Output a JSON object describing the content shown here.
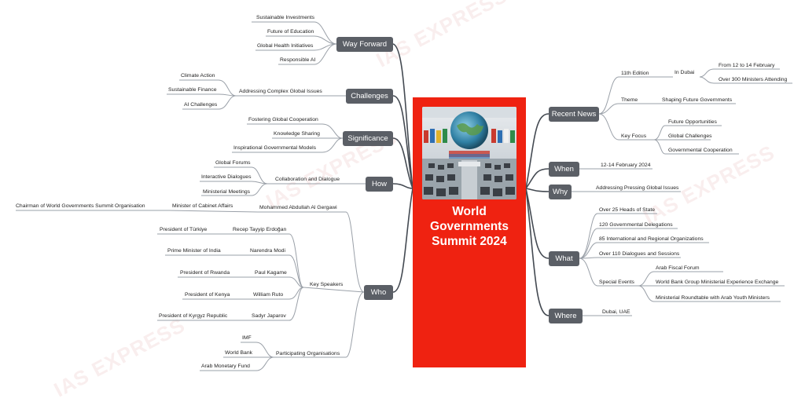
{
  "center_title": [
    "World",
    "Governments",
    "Summit 2024"
  ],
  "watermark": "IAS EXPRESS",
  "colors": {
    "center": "#ef2211",
    "branch": "#5b5f66",
    "line": "#444a52"
  },
  "branches": {
    "way_forward": {
      "label": "Way Forward",
      "items": [
        "Sustainable Investments",
        "Future of Education",
        "Global Health Initiatives",
        "Responsible AI"
      ]
    },
    "challenges": {
      "label": "Challenges",
      "sub": "Addressing Complex Global Issues",
      "items": [
        "Climate Action",
        "Sustainable Finance",
        "AI Challenges"
      ]
    },
    "significance": {
      "label": "Significance",
      "items": [
        "Fostering Global Cooperation",
        "Knowledge Sharing",
        "Inspirational Governmental Models"
      ]
    },
    "how": {
      "label": "How",
      "sub": "Collaboration and Dialogue",
      "items": [
        "Global Forums",
        "Interactive Dialogues",
        "Ministerial Meetings"
      ]
    },
    "who": {
      "label": "Who",
      "gergawi": {
        "name": "Mohammed Abdullah Al Gergawi",
        "role": "Minister of Cabinet Affairs",
        "role2": "Chairman of World Governments Summit Organisation"
      },
      "key_speakers": {
        "label": "Key Speakers",
        "people": [
          {
            "name": "Recep Tayyip Erdoğan",
            "title": "President of Türkiye"
          },
          {
            "name": "Narendra Modi",
            "title": "Prime Minister of India"
          },
          {
            "name": "Paul Kagame",
            "title": "President of Rwanda"
          },
          {
            "name": "William Ruto",
            "title": "President of Kenya"
          },
          {
            "name": "Sadyr Japarov",
            "title": "President of Kyrgyz Republic"
          }
        ]
      },
      "orgs": {
        "label": "Participating Organisations",
        "items": [
          "IMF",
          "World Bank",
          "Arab Monetary Fund"
        ]
      }
    },
    "recent_news": {
      "label": "Recent News",
      "edition": {
        "label": "11th Edition",
        "place": "In Dubai",
        "items": [
          "From 12 to 14 February",
          "Over 300 Ministers Attending"
        ]
      },
      "theme": {
        "label": "Theme",
        "value": "Shaping Future Governments"
      },
      "key_focus": {
        "label": "Key Focus",
        "items": [
          "Future Opportunities",
          "Global Challenges",
          "Governmental Cooperation"
        ]
      }
    },
    "when": {
      "label": "When",
      "value": "12-14 February 2024"
    },
    "why": {
      "label": "Why",
      "value": "Addressing Pressing Global Issues"
    },
    "what": {
      "label": "What",
      "items": [
        "Over 25 Heads of State",
        "120 Governmental Delegations",
        "85 International and Regional Organizations",
        "Over 110 Dialogues and Sessions"
      ],
      "special": {
        "label": "Special Events",
        "items": [
          "Arab Fiscal Forum",
          "World Bank Group Ministerial Experience Exchange",
          "Ministerial Roundtable with Arab Youth Ministers"
        ]
      }
    },
    "where": {
      "label": "Where",
      "value": "Dubai, UAE"
    }
  }
}
